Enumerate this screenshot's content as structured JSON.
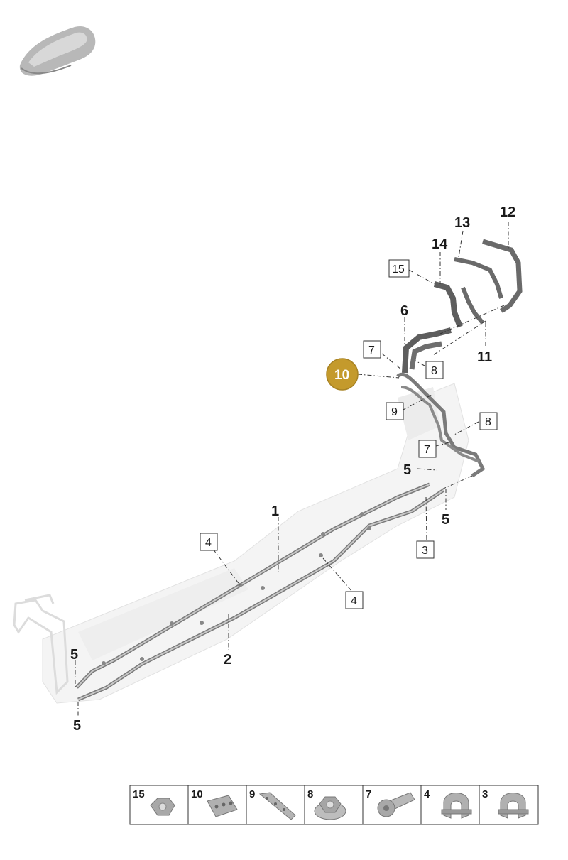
{
  "callouts": {
    "c1": "1",
    "c2": "2",
    "c3": "3",
    "c4a": "4",
    "c4b": "4",
    "c5a": "5",
    "c5b": "5",
    "c5c": "5",
    "c5d": "5",
    "c6": "6",
    "c7a": "7",
    "c7b": "7",
    "c8a": "8",
    "c8b": "8",
    "c9": "9",
    "c10": "10",
    "c11": "11",
    "c12": "12",
    "c13": "13",
    "c14": "14",
    "c15": "15"
  },
  "highlight_color": "#c49a2c",
  "parts_table": [
    "15",
    "10",
    "9",
    "8",
    "7",
    "4",
    "3"
  ],
  "icons": {
    "vehicle": "car-silhouette-icon",
    "p15": "hex-nut-icon",
    "p10": "bracket-plate-icon",
    "p9": "holder-strip-icon",
    "p8": "flange-nut-icon",
    "p7": "torx-bolt-icon",
    "p4": "pipe-clip-icon",
    "p3": "pipe-clip-icon"
  }
}
